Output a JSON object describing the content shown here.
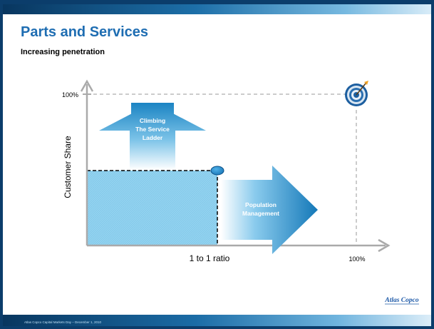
{
  "slide": {
    "title": "Parts and Services",
    "subtitle": "Increasing penetration",
    "footer": "Atlas Copco Capital Markets Day – December 1, 2010"
  },
  "diagram": {
    "y_axis_label": "Customer Share",
    "y_tick_label": "100%",
    "x_mid_label": "1 to 1 ratio",
    "x_end_label": "100%",
    "up_arrow_label": [
      "Climbing",
      "The Service",
      "Ladder"
    ],
    "right_arrow_label": [
      "Population",
      "Management"
    ],
    "target_icon": "target-bullseye-icon"
  },
  "logo": {
    "text": "Atlas Copco"
  },
  "colors": {
    "title": "#1e6db2",
    "arrow_blue": "#1a86c4",
    "area_fill": "#8fd0ee",
    "axis": "#999999"
  }
}
